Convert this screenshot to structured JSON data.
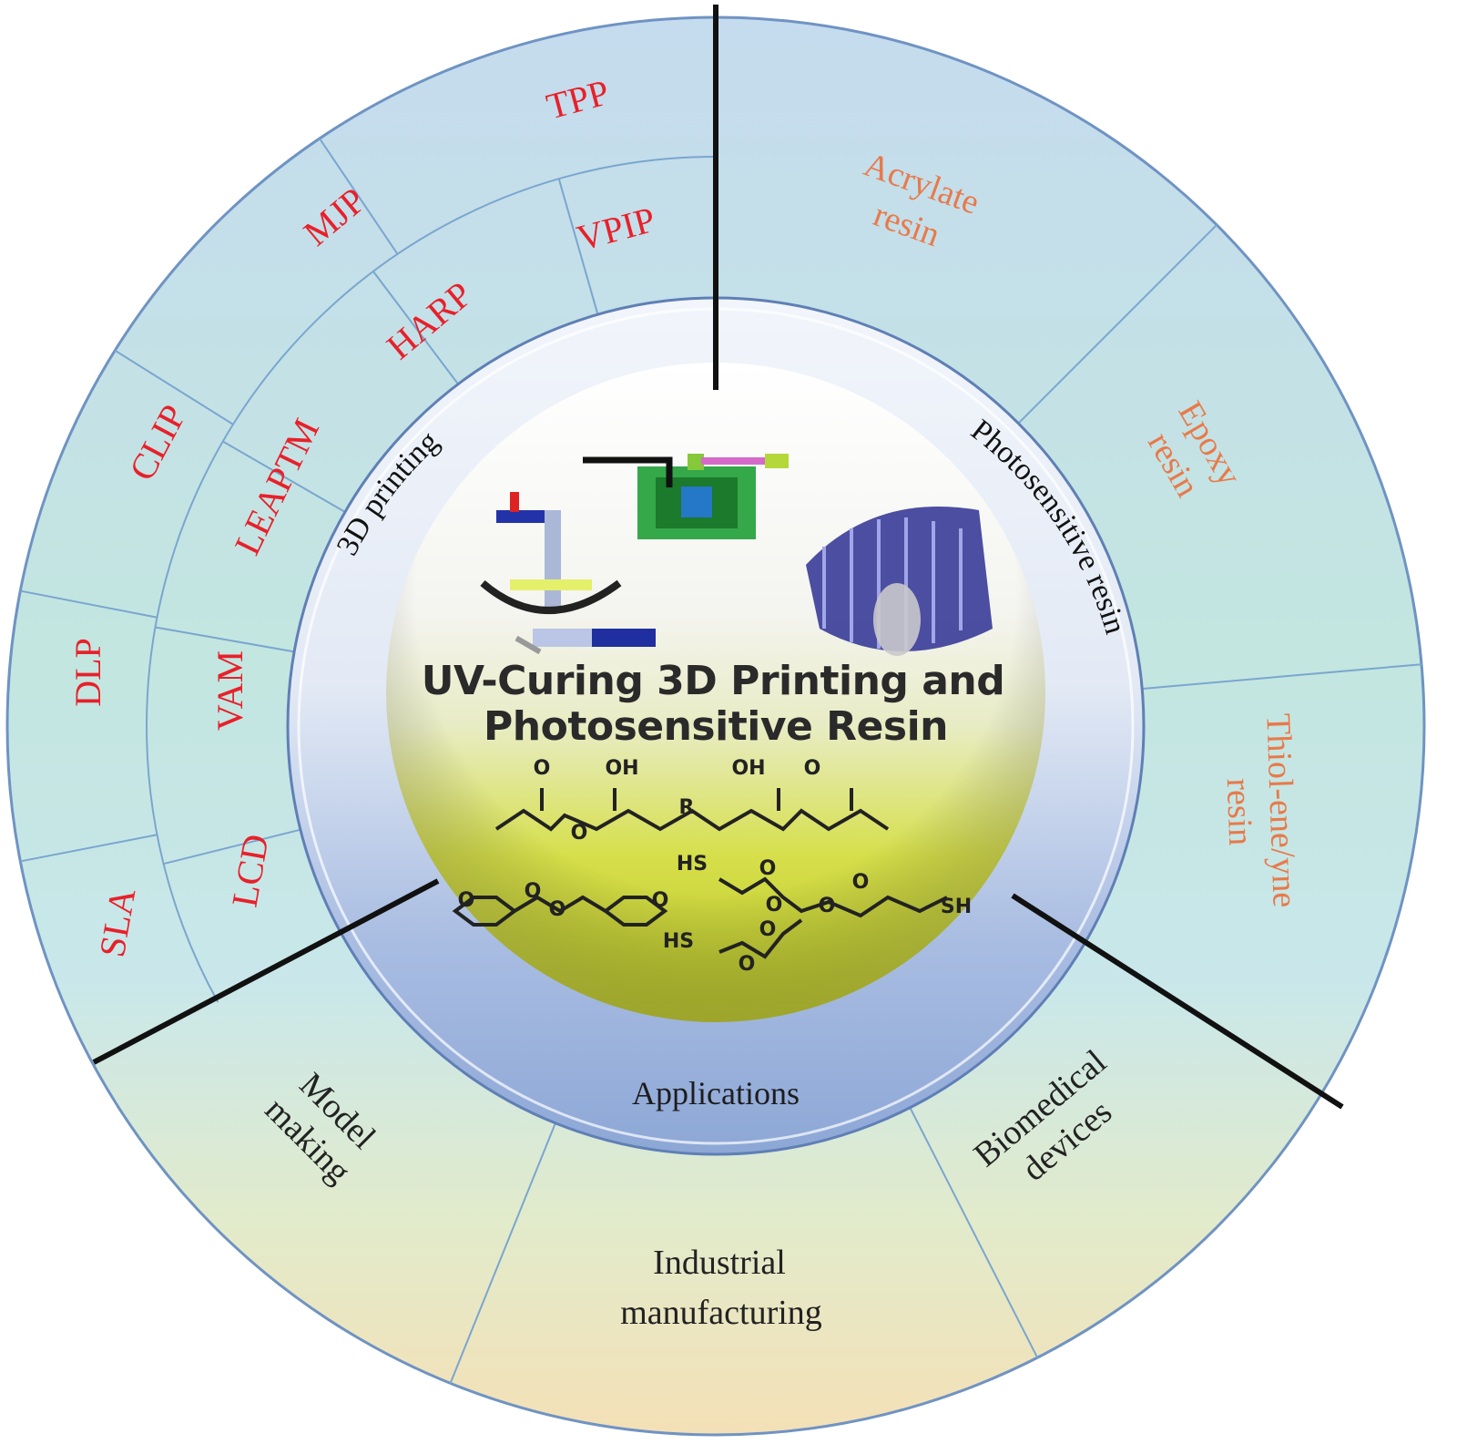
{
  "center": {
    "title_line1": "UV-Curing 3D Printing and",
    "title_line2": "Photosensitive Resin",
    "colors": {
      "sphere_top": "#ffffff",
      "sphere_bottom": "#d8e23a"
    },
    "chem_labels": [
      "O",
      "OH",
      "OH",
      "O",
      "R",
      "O",
      "O",
      "HS",
      "O",
      "O",
      "O",
      "O",
      "SH",
      "HS",
      "O",
      "O",
      "O",
      "O",
      "O"
    ]
  },
  "ring_labels": {
    "printing": "3D printing",
    "resin": "Photosensitive resin",
    "applications": "Applications"
  },
  "printing_outer": [
    "SLA",
    "DLP",
    "CLIP",
    "MJP",
    "TPP"
  ],
  "printing_inner": [
    "LCD",
    "VAM",
    "LEAPTM",
    "HARP",
    "VPIP"
  ],
  "resins": [
    {
      "line1": "Acrylate",
      "line2": "resin"
    },
    {
      "line1": "Epoxy",
      "line2": "resin"
    },
    {
      "line1": "Thiol-ene/yne",
      "line2": "resin"
    }
  ],
  "applications": [
    {
      "line1": "Model",
      "line2": "making"
    },
    {
      "line1": "Industrial",
      "line2": "manufacturing"
    },
    {
      "line1": "Biomedical",
      "line2": "devices"
    }
  ],
  "colors": {
    "printing_text": "#e8202a",
    "resin_text": "#e87a4a",
    "application_text": "#222222",
    "divider": "#111111",
    "cell_line": "#7aa6cf",
    "ring_band": "#b9cbe8"
  }
}
